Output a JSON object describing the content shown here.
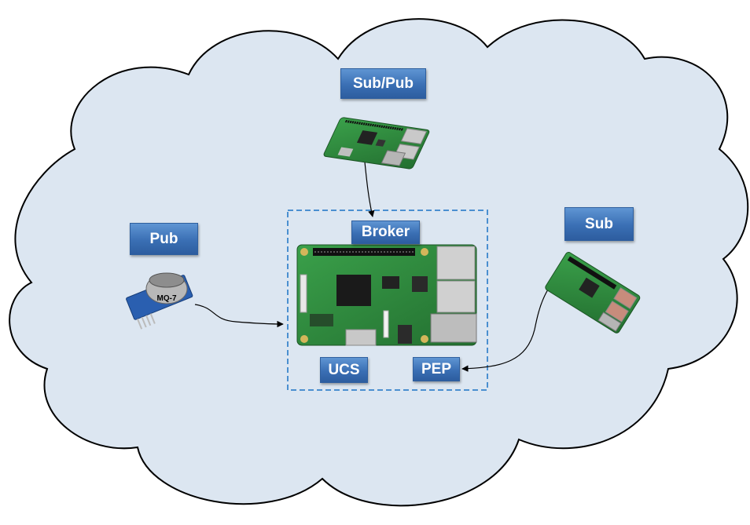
{
  "labels": {
    "subpub": "Sub/Pub",
    "broker": "Broker",
    "pub": "Pub",
    "sub": "Sub",
    "ucs": "UCS",
    "pep": "PEP"
  },
  "sensor": {
    "marking": "MQ-7"
  },
  "colors": {
    "cloud_fill": "#dce6f1",
    "cloud_stroke": "#000000",
    "label_fill": "#4a7fc1",
    "broker_border": "#4a8fd0",
    "board_green": "#2e8a3e"
  },
  "icons": {
    "pi_board": "raspberry-pi-board-icon",
    "gas_sensor": "gas-sensor-icon"
  }
}
